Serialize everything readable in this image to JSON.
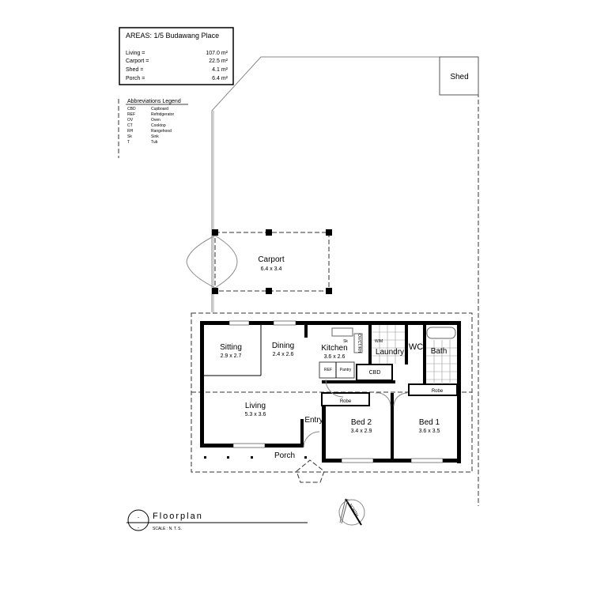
{
  "areas": {
    "title": "AREAS:  1/5 Budawang Place",
    "rows": [
      {
        "label": "Living =",
        "value": "107.0 m²"
      },
      {
        "label": "Carport =",
        "value": "22.5 m²"
      },
      {
        "label": "Shed =",
        "value": "4.1 m²"
      },
      {
        "label": "Porch =",
        "value": "6.4 m²"
      }
    ]
  },
  "legend": {
    "title": "Abbreviations Legend",
    "items": [
      {
        "abbr": "CBD",
        "meaning": "Cupboard"
      },
      {
        "abbr": "REF",
        "meaning": "Refridgerator"
      },
      {
        "abbr": "OV",
        "meaning": "Oven"
      },
      {
        "abbr": "CT",
        "meaning": "Cooktop"
      },
      {
        "abbr": "RH",
        "meaning": "Rangehood"
      },
      {
        "abbr": "Sk",
        "meaning": "Sink"
      },
      {
        "abbr": "T",
        "meaning": "Tub"
      }
    ]
  },
  "shed": {
    "label": "Shed"
  },
  "carport": {
    "label": "Carport",
    "dims": "6.4 x 3.4"
  },
  "rooms": {
    "sitting": {
      "label": "Sitting",
      "dims": "2.9 x 2.7"
    },
    "dining": {
      "label": "Dining",
      "dims": "2.4 x 2.6"
    },
    "kitchen": {
      "label": "Kitchen",
      "dims": "3.6 x 2.6",
      "sink": "Sk",
      "appliance": "OV/CT/RH",
      "ref": "REF",
      "pantry": "Pantry"
    },
    "laundry": {
      "label": "Laundry",
      "wm": "W/M"
    },
    "wc": {
      "label": "WC"
    },
    "bath": {
      "label": "Bath"
    },
    "cbd": {
      "label": "CBD"
    },
    "living": {
      "label": "Living",
      "dims": "5.3 x 3.6"
    },
    "entry": {
      "label": "Entry"
    },
    "bed2": {
      "label": "Bed 2",
      "dims": "3.4 x 2.9",
      "robe": "Robe"
    },
    "bed1": {
      "label": "Bed 1",
      "dims": "3.6 x 3.5",
      "robe": "Robe"
    },
    "porch": {
      "label": "Porch"
    }
  },
  "title_block": {
    "marker": "-",
    "marker2": "-",
    "title": "Floorplan",
    "scale": "SCALE : N. T. S."
  },
  "north": {
    "label": "NORTH"
  }
}
